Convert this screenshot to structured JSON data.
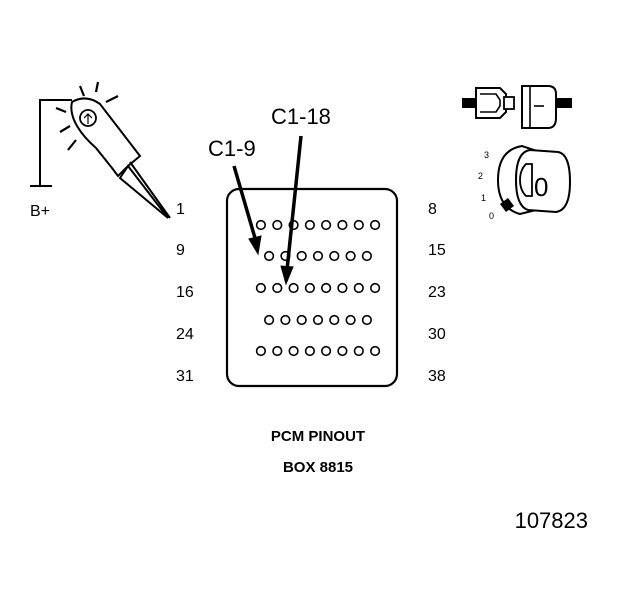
{
  "test_light": {
    "supply_label": "B+"
  },
  "callouts": {
    "c1_9": "C1-9",
    "c1_18": "C1-18"
  },
  "pin_numbers": {
    "left": [
      "1",
      "9",
      "16",
      "24",
      "31"
    ],
    "right": [
      "8",
      "15",
      "23",
      "30",
      "38"
    ]
  },
  "connector": {
    "rows": [
      8,
      7,
      8,
      7,
      8
    ]
  },
  "ignition_switch": {
    "positions": [
      "3",
      "2",
      "1",
      "0"
    ],
    "indicated_position": "0"
  },
  "caption": {
    "line1": "PCM PINOUT",
    "line2": "BOX 8815"
  },
  "figure_number": "107823"
}
